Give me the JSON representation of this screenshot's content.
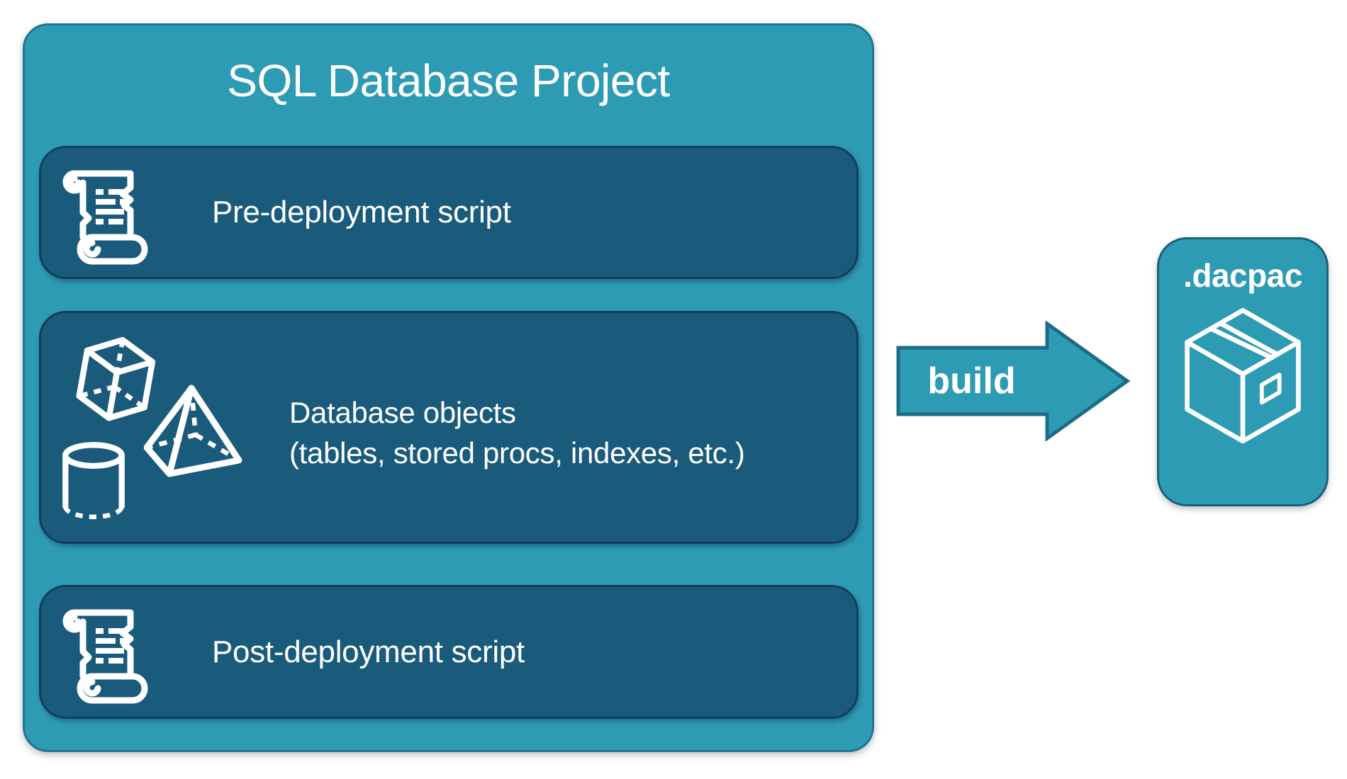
{
  "project": {
    "title": "SQL Database Project",
    "rows": [
      {
        "icon": "scroll-icon",
        "label": "Pre-deployment script"
      },
      {
        "icons": [
          "cube-icon",
          "pyramid-icon",
          "cylinder-icon"
        ],
        "label_line1": "Database objects",
        "label_line2": "(tables, stored procs, indexes, etc.)"
      },
      {
        "icon": "scroll-icon",
        "label": "Post-deployment script"
      }
    ]
  },
  "arrow": {
    "label": "build"
  },
  "output": {
    "icon": "package-icon",
    "label": ".dacpac"
  },
  "colors": {
    "teal_fill": "#2E9BB5",
    "teal_border": "#1F7590",
    "item_fill": "#1A5B7C",
    "item_border": "#123E5C",
    "arrow_border": "#1D6B85",
    "text": "#FFFFFF",
    "background": "#FFFFFF"
  }
}
